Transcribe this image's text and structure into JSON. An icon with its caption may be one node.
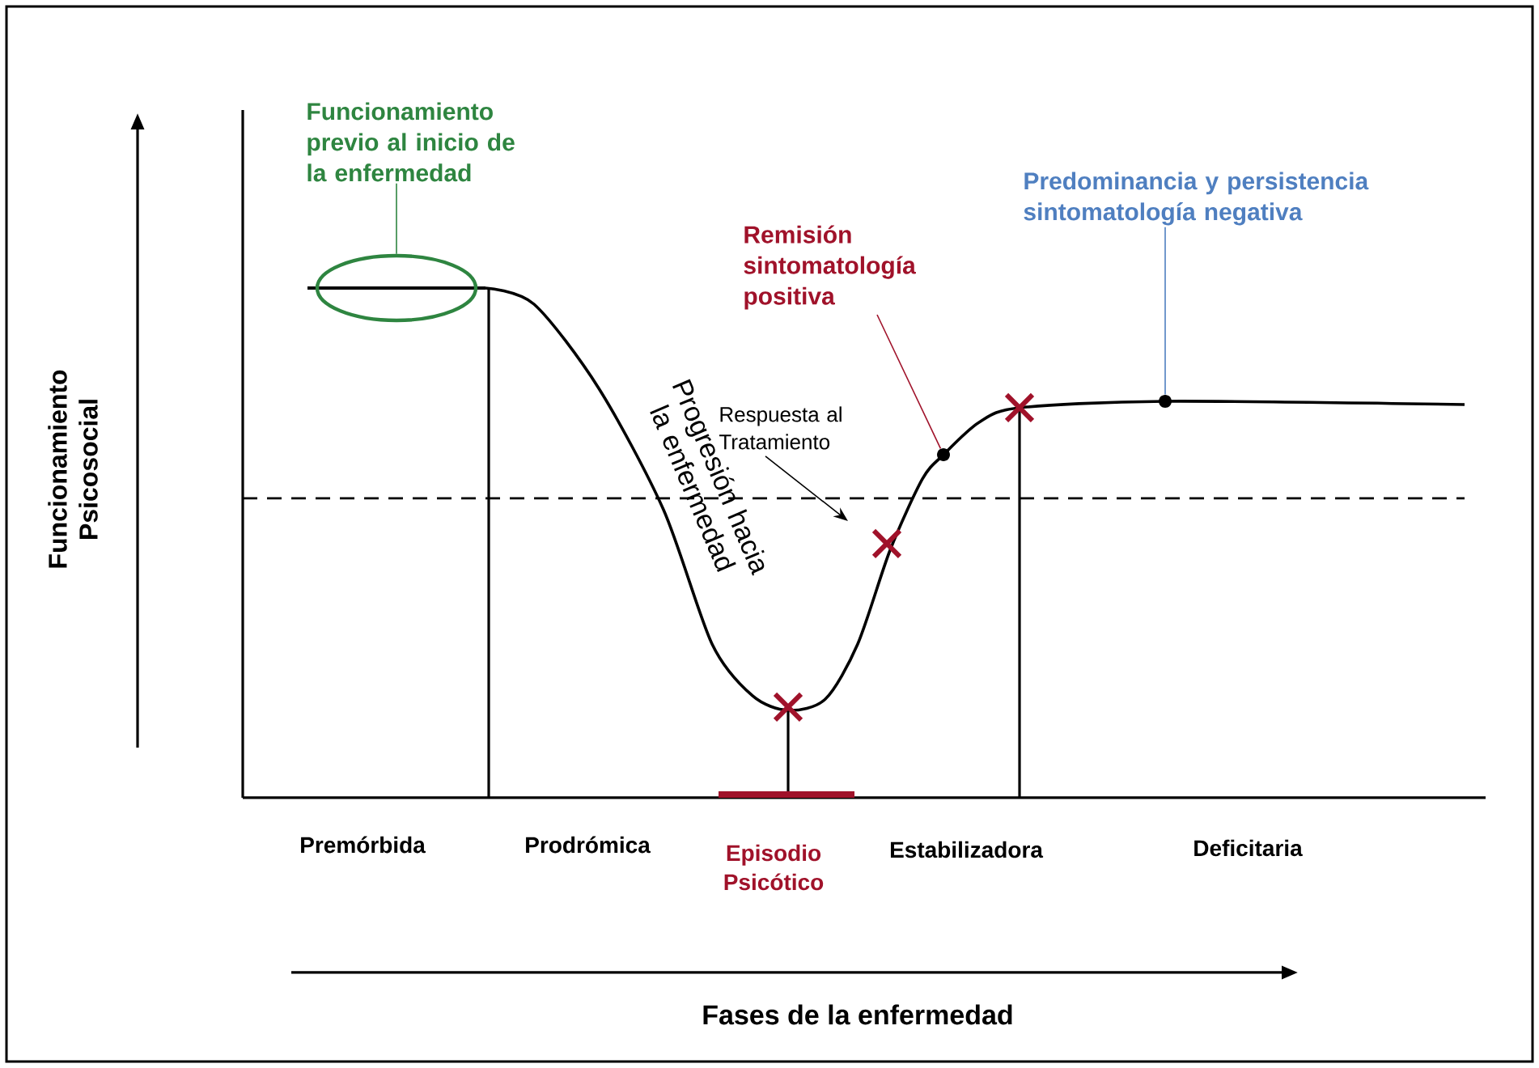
{
  "diagram": {
    "nodes": [
      {
        "text": [
          "Funcionamiento previo al inicio de la enfermedad"
        ]
      },
      {
        "text": [],
        "shape": "ellipse"
      },
      {
        "text": [
          "Remisión sintomatología positiva"
        ]
      },
      {
        "text": [],
        "shape": "circle"
      },
      {
        "text": [
          "Predominancia y persistencia sintomatología negativa"
        ]
      },
      {
        "text": [],
        "shape": "circle"
      },
      {
        "text": [
          "Respuesta al Tratamiento"
        ]
      }
    ],
    "edges": [
      {
        "from": 0,
        "to": 1,
        "arrow": "none",
        "color": "#2e8540"
      },
      {
        "from": 2,
        "to": 3,
        "arrow": "none",
        "color": "#a0122a"
      },
      {
        "from": 4,
        "to": 5,
        "arrow": "none",
        "color": "#4f7fc0"
      },
      {
        "from": 6,
        "to": null,
        "arrow": "to",
        "color": "#000000"
      }
    ],
    "labels": [
      "Funcionamiento Psicosocial",
      "Progresión hacia la enfermedad",
      "Premórbida",
      "Prodrómica",
      "Episodio Psicótico",
      "Estabilizadora",
      "Deficitaria",
      "Fases de la enfermedad"
    ]
  }
}
